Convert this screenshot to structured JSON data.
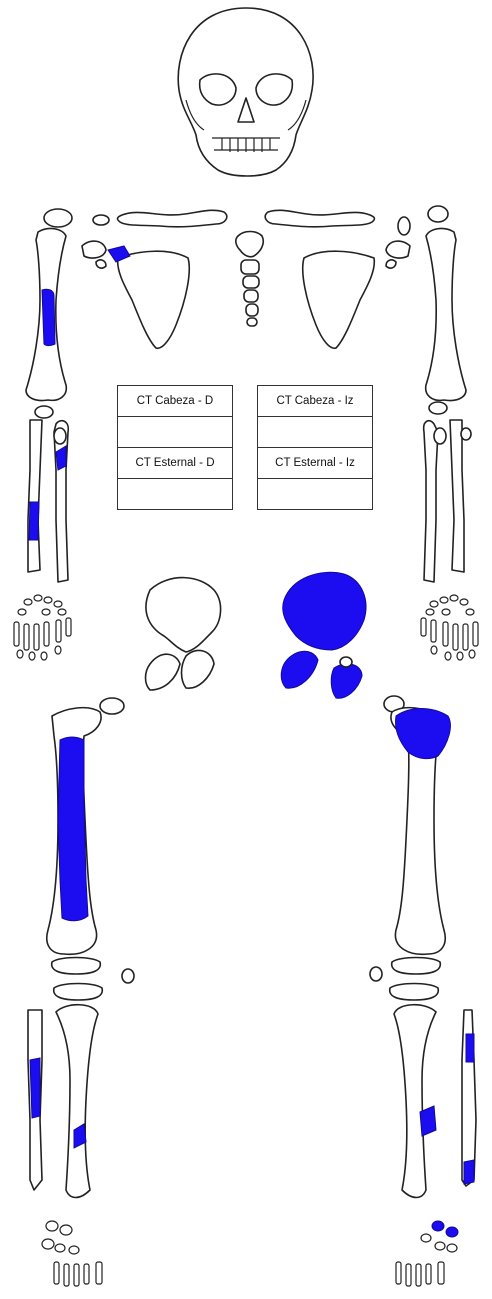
{
  "tables": {
    "right": {
      "head_label": "CT Cabeza - D",
      "sternal_label": "CT Esternal - D"
    },
    "left": {
      "head_label": "CT Cabeza - Iz",
      "sternal_label": "CT Esternal - Iz"
    }
  },
  "colors": {
    "marked": "#1c0cf0",
    "outline": "#222222",
    "bone": "#ffffff"
  }
}
